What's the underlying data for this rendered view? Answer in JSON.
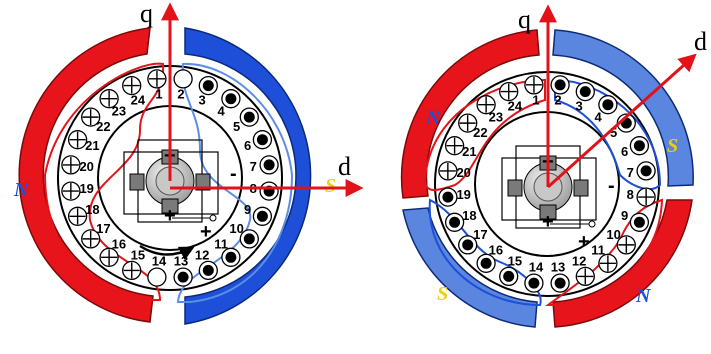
{
  "colors": {
    "north": "#e8141b",
    "south": "#1d4fd8",
    "path_red": "#e3141b",
    "path_blue": "#5a8ee8",
    "axis": "#e31218",
    "dot": "#000000",
    "rotor": "#bfbfbf"
  },
  "labels": {
    "q": "q",
    "d": "d",
    "north": "N",
    "south": "S",
    "plus": "+",
    "minus": "-"
  },
  "slots": [
    "1",
    "2",
    "3",
    "4",
    "5",
    "6",
    "7",
    "8",
    "9",
    "10",
    "11",
    "12",
    "13",
    "14",
    "15",
    "16",
    "17",
    "18",
    "19",
    "20",
    "21",
    "22",
    "23",
    "24"
  ],
  "left_motor": {
    "slot_states": [
      "plus",
      "empty",
      "dot",
      "dot",
      "dot",
      "dot",
      "dot",
      "dot",
      "dot",
      "dot",
      "dot",
      "dot",
      "dot",
      "empty",
      "plus",
      "plus",
      "plus",
      "plus",
      "plus",
      "plus",
      "plus",
      "plus",
      "plus",
      "plus"
    ]
  },
  "right_motor": {
    "slot_states": [
      "plus",
      "dot",
      "dot",
      "dot",
      "dot",
      "dot",
      "dot",
      "plus",
      "dot",
      "plus",
      "plus",
      "plus",
      "dot",
      "dot",
      "dot",
      "dot",
      "dot",
      "dot",
      "dot",
      "plus",
      "plus",
      "plus",
      "plus",
      "plus"
    ]
  }
}
